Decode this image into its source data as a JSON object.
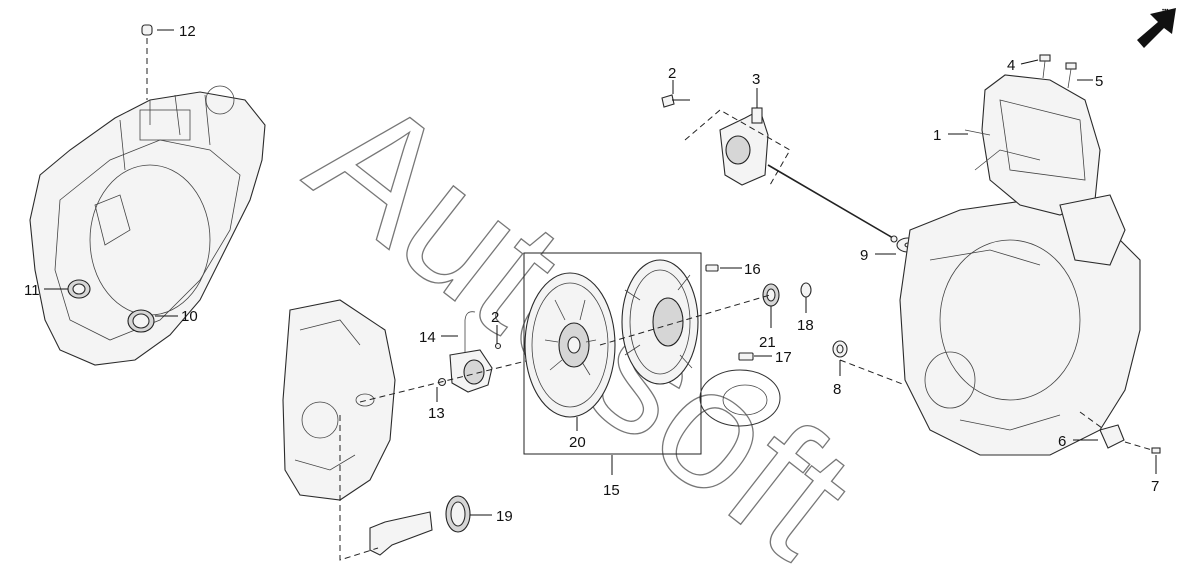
{
  "diagram": {
    "watermark": "Autosoft",
    "orientation_arrow": "direction-arrow-icon",
    "callouts": [
      "1",
      "2",
      "2",
      "3",
      "4",
      "5",
      "6",
      "7",
      "8",
      "9",
      "10",
      "11",
      "12",
      "13",
      "14",
      "15",
      "16",
      "17",
      "18",
      "19",
      "20",
      "21"
    ]
  }
}
